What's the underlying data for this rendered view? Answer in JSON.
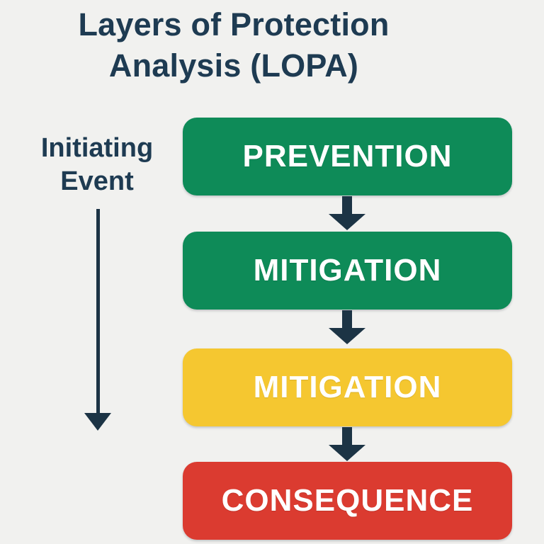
{
  "title": {
    "lines": [
      "Layers of Protection",
      "Analysis (LOPA)"
    ]
  },
  "initiating_event": {
    "lines": [
      "Initiating",
      "Event"
    ]
  },
  "layers": [
    {
      "label": "PREVENTION",
      "color": "#0e8b58",
      "text_color": "#ffffff"
    },
    {
      "label": "MITIGATION",
      "color": "#0e8b58",
      "text_color": "#ffffff"
    },
    {
      "label": "MITIGATION",
      "color": "#f5c730",
      "text_color": "#ffffff"
    },
    {
      "label": "CONSEQUENCE",
      "color": "#db3b30",
      "text_color": "#ffffff"
    }
  ],
  "colors": {
    "background": "#f1f1ef",
    "text_navy": "#1e3b52",
    "arrow_navy": "#1c3445"
  }
}
